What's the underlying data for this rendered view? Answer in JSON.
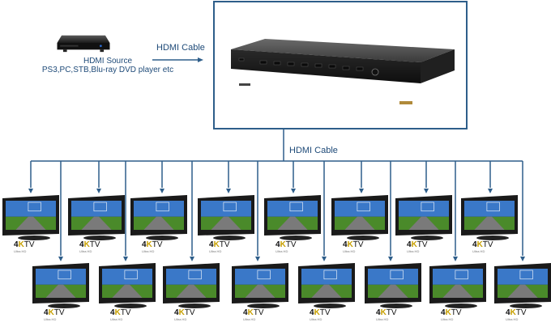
{
  "source": {
    "title": "HDMI Source",
    "description": "PS3,PC,STB,Blu-ray DVD player etc"
  },
  "labels": {
    "cable_top": "HDMI Cable",
    "cable_mid": "HDMI Cable"
  },
  "tv_badge": {
    "brand_4": "4",
    "brand_k": "K",
    "brand_tv": "TV",
    "sub": "Ultra HD"
  },
  "colors": {
    "line": "#2e5e8a",
    "frame": "#2e5e8a",
    "tv_body": "#1a1a1a",
    "sky": "#3a78c8",
    "grass": "#4a8a2a",
    "logo_k": "#c8a000"
  }
}
